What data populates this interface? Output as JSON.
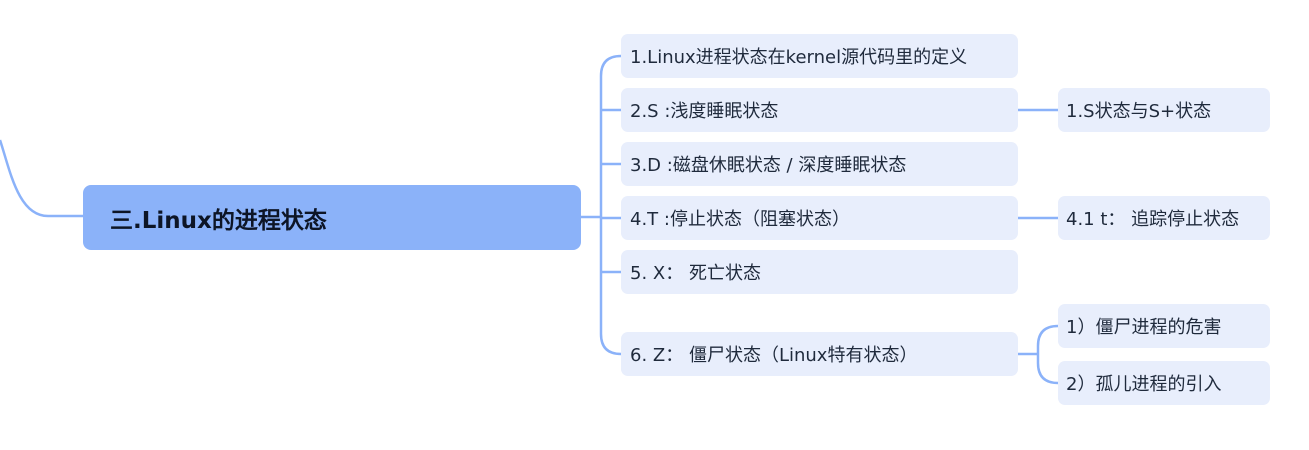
{
  "mindmap": {
    "root": {
      "label": "三.Linux的进程状态"
    },
    "branches": [
      {
        "label": "1.Linux进程状态在kernel源代码里的定义",
        "children": []
      },
      {
        "label": "2.S :浅度睡眠状态",
        "children": [
          {
            "label": "1.S状态与S+状态"
          }
        ]
      },
      {
        "label": "3.D :磁盘休眠状态 / 深度睡眠状态",
        "children": []
      },
      {
        "label": "4.T :停止状态（阻塞状态）",
        "children": [
          {
            "label": "4.1 t： 追踪停止状态"
          }
        ]
      },
      {
        "label": "5. X： 死亡状态",
        "children": []
      },
      {
        "label": "6. Z： 僵尸状态（Linux特有状态）",
        "children": [
          {
            "label": "1）僵尸进程的危害"
          },
          {
            "label": "2）孤儿进程的引入"
          }
        ]
      }
    ]
  },
  "colors": {
    "root_fill": "#8bb2f9",
    "node_fill": "#e8eefc",
    "connector": "#8bb2f9"
  }
}
